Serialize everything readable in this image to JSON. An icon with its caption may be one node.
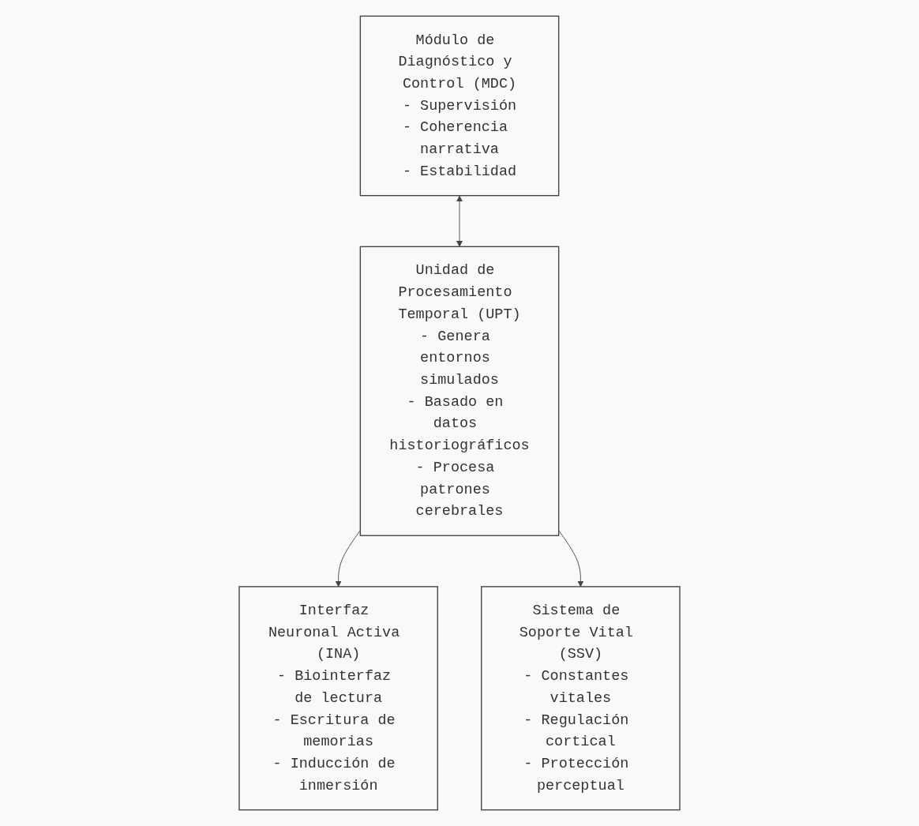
{
  "diagram": {
    "nodes": [
      {
        "text": [
          "Módulo de Diagnóstico y Control (MDC)",
          "- Supervisión",
          "- Coherencia narrativa",
          "- Estabilidad"
        ]
      },
      {
        "text": [
          "Unidad de Procesamiento Temporal (UPT)",
          "- Genera entornos simulados",
          "- Basado en datos historiográficos",
          "- Procesa patrones cerebrales"
        ]
      },
      {
        "text": [
          "Interfaz Neuronal Activa (INA)",
          "- Biointerfaz de lectura",
          "- Escritura de memorias",
          "- Inducción de inmersión"
        ]
      },
      {
        "text": [
          "Sistema de Soporte Vital (SSV)",
          "- Constantes vitales",
          "- Regulación cortical",
          "- Protección perceptual"
        ]
      }
    ],
    "edges": [
      {
        "from": 0,
        "to": 1,
        "arrow": "both"
      },
      {
        "from": 1,
        "to": 2,
        "arrow": "to"
      },
      {
        "from": 1,
        "to": 3,
        "arrow": "to"
      }
    ]
  }
}
